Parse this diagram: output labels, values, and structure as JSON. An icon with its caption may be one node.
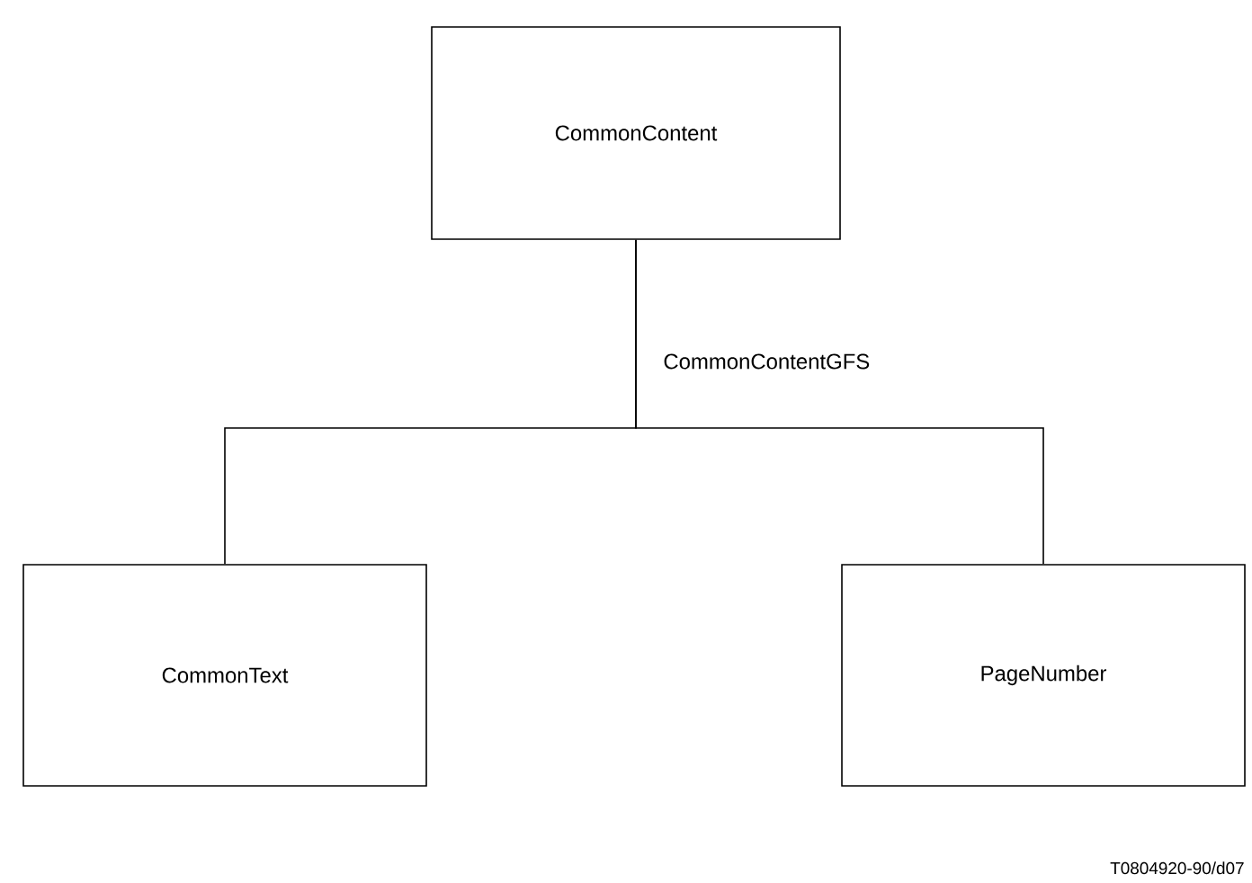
{
  "diagram": {
    "nodes": [
      {
        "text": [
          "CommonContent"
        ]
      },
      {
        "text": [
          "CommonText"
        ]
      },
      {
        "text": [
          "PageNumber"
        ]
      }
    ],
    "edges": [
      {
        "from": 0,
        "to": 1,
        "arrow": "none",
        "label": "CommonContentGFS"
      },
      {
        "from": 0,
        "to": 2,
        "arrow": "none"
      }
    ],
    "labels": [
      "T0804920-90/d07"
    ]
  }
}
